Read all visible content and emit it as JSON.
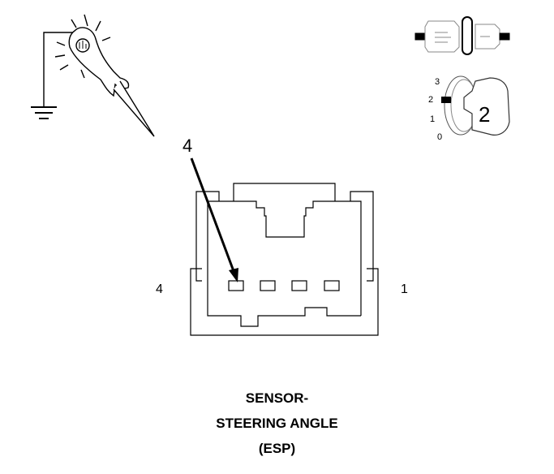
{
  "probe_icon": "test-light-probe-icon",
  "connector_icon": "connector-disconnected-icon",
  "ignition_icon": "ignition-key-icon",
  "ignition": {
    "positions": [
      "3",
      "2",
      "1",
      "0"
    ],
    "key_label": "2"
  },
  "pointer_label": "4",
  "connector": {
    "left_pin": "4",
    "right_pin": "1"
  },
  "caption": {
    "line1": "SENSOR-",
    "line2": "STEERING ANGLE",
    "line3": "(ESP)"
  }
}
